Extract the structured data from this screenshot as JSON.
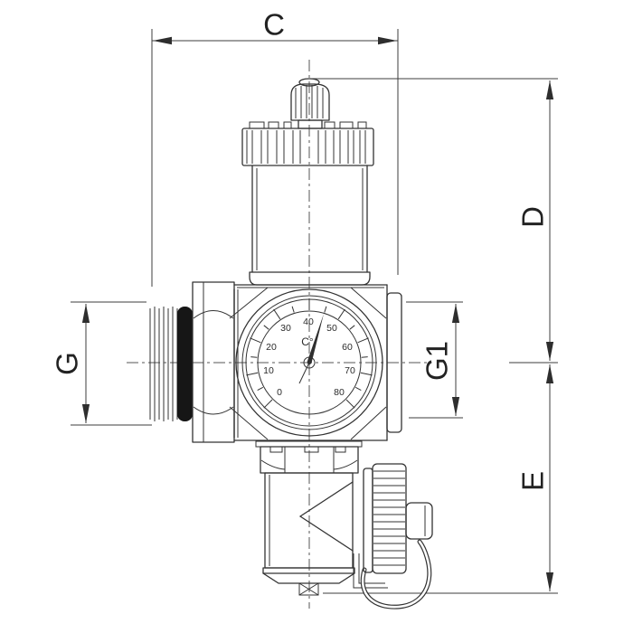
{
  "drawing": {
    "dimensions": {
      "c": "C",
      "d": "D",
      "e": "E",
      "g": "G",
      "g1": "G1"
    },
    "gauge": {
      "type": "thermometer-dial",
      "unit": "C°",
      "ticks": [
        "0",
        "10",
        "20",
        "30",
        "40",
        "50",
        "60",
        "70",
        "80"
      ],
      "min": 0,
      "max": 80,
      "needle_value": 46
    },
    "colors": {
      "line": "#333333",
      "dimension": "#3c3c3c",
      "centerline": "#555555",
      "oring_fill": "#161616",
      "background": "#ffffff"
    }
  }
}
